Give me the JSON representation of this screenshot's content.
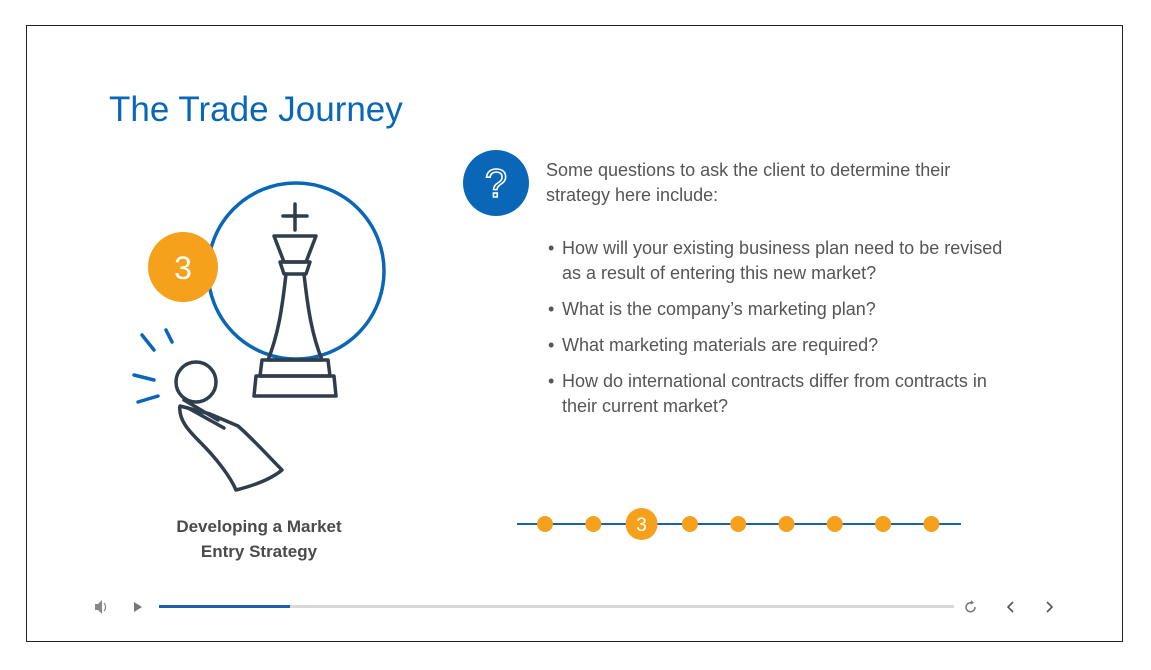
{
  "slide": {
    "title": "The Trade Journey",
    "step_number": "3",
    "caption_line1": "Developing a Market",
    "caption_line2": "Entry Strategy",
    "question_icon_glyph": "?",
    "intro_text": "Some questions to ask the client to determine their strategy here include:",
    "bullet_glyph": "•",
    "bullets": [
      "How will your existing business plan need to be revised as a result of entering this new market?",
      "What is the company’s marketing plan?",
      "What marketing materials are required?",
      "How do international contracts differ from contracts in their current market?"
    ]
  },
  "progress_dots": {
    "total": 9,
    "current": 3,
    "current_label": "3"
  },
  "player": {
    "volume_icon": "volume-icon",
    "play_icon": "play-icon",
    "replay_icon": "replay-icon",
    "prev_icon": "chevron-left-icon",
    "next_icon": "chevron-right-icon",
    "seek_progress": 0.165
  },
  "colors": {
    "accent_blue": "#0a67b8",
    "accent_orange": "#f5a11c",
    "text_gray": "#555555",
    "illustration_stroke": "#2f3d4c"
  }
}
